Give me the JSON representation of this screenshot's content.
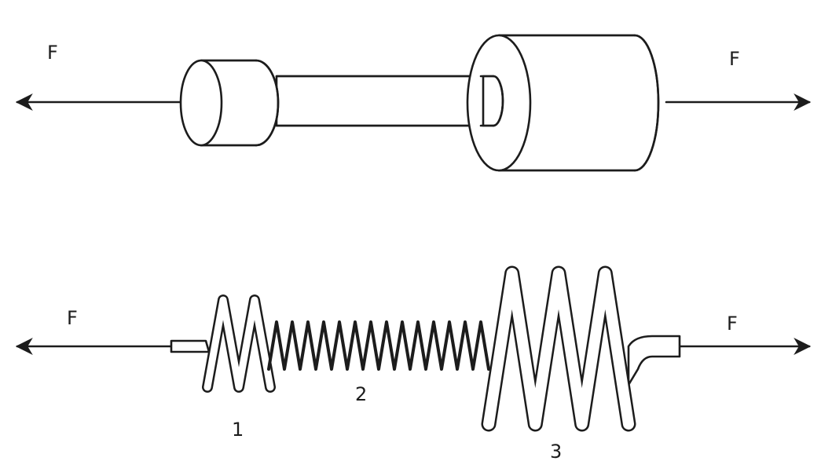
{
  "rod": {
    "force_left_label": "F",
    "force_right_label": "F"
  },
  "spring": {
    "force_left_label": "F",
    "force_right_label": "F",
    "section_labels": [
      "1",
      "2",
      "3"
    ]
  }
}
